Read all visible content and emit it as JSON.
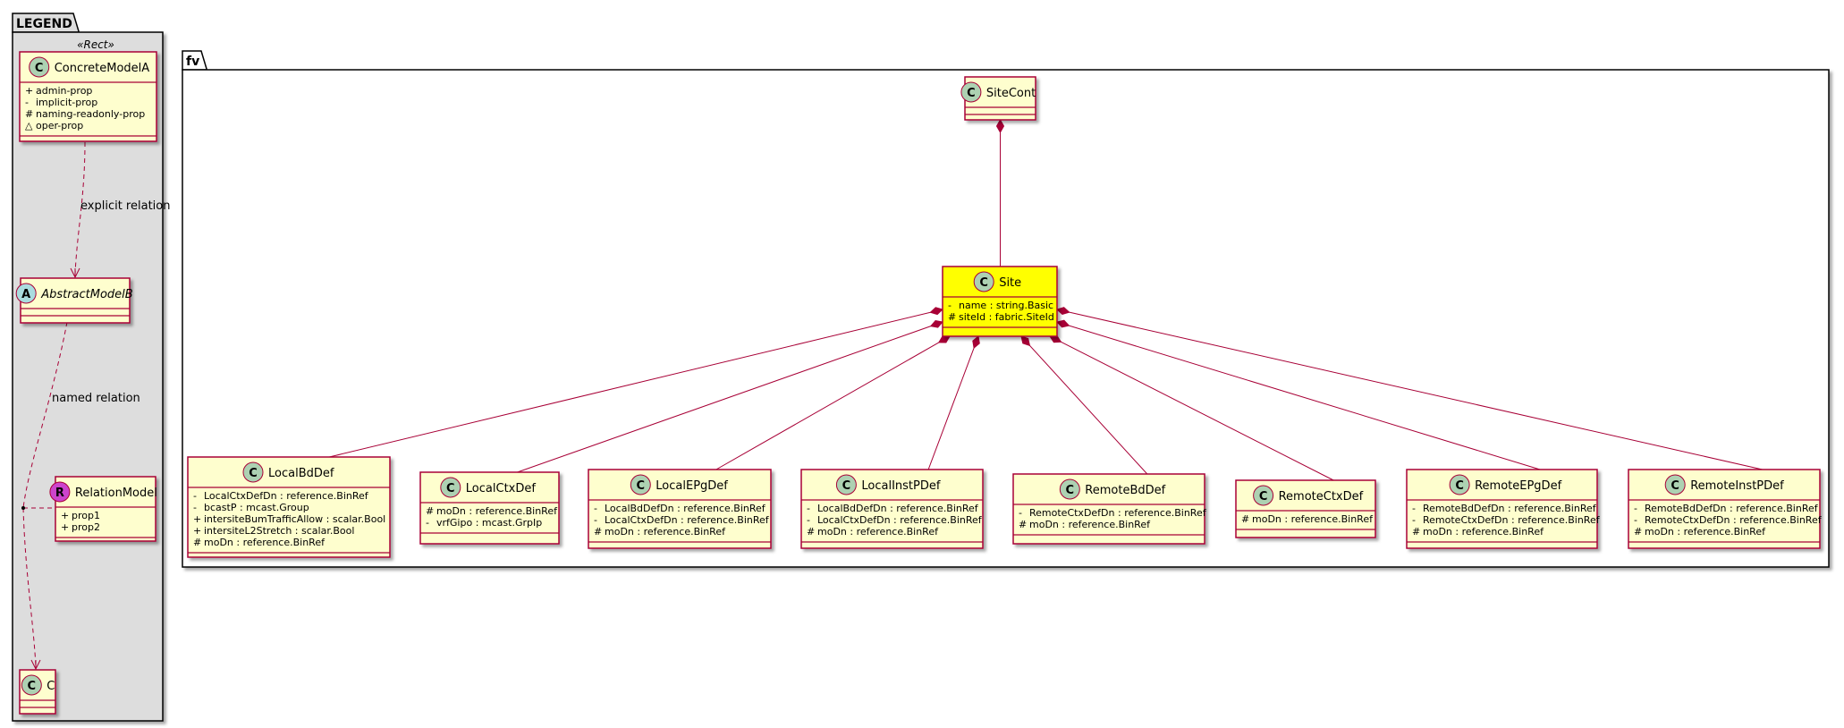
{
  "legend": {
    "title": "LEGEND",
    "stereotype": "«Rect»",
    "edge_explicit": "explicit relation",
    "edge_named": "named relation",
    "classes": [
      {
        "id": "concrete",
        "name": "ConcreteModelA",
        "badge": "C",
        "abstract": false,
        "attrs": [
          {
            "vis": "+",
            "text": "admin-prop"
          },
          {
            "vis": "-",
            "text": "implicit-prop"
          },
          {
            "vis": "#",
            "text": "naming-readonly-prop"
          },
          {
            "vis": "△",
            "text": "oper-prop"
          }
        ]
      },
      {
        "id": "abstract",
        "name": "AbstractModelB",
        "badge": "A",
        "abstract": true,
        "attrs": []
      },
      {
        "id": "relation",
        "name": "RelationModel",
        "badge": "R",
        "abstract": false,
        "attrs": [
          {
            "vis": "+",
            "text": "prop1"
          },
          {
            "vis": "+",
            "text": "prop2"
          }
        ]
      },
      {
        "id": "c",
        "name": "C",
        "badge": "C",
        "abstract": false,
        "attrs": []
      }
    ]
  },
  "fv": {
    "title": "fv",
    "classes": [
      {
        "id": "sitecont",
        "name": "SiteCont",
        "badge": "C",
        "highlight": false,
        "attrs": []
      },
      {
        "id": "site",
        "name": "Site",
        "badge": "C",
        "highlight": true,
        "attrs": [
          {
            "vis": "-",
            "text": "name : string.Basic"
          },
          {
            "vis": "#",
            "text": "siteId : fabric.SiteId"
          }
        ]
      },
      {
        "id": "localbddef",
        "name": "LocalBdDef",
        "badge": "C",
        "highlight": false,
        "attrs": [
          {
            "vis": "-",
            "text": "LocalCtxDefDn : reference.BinRef"
          },
          {
            "vis": "-",
            "text": "bcastP : mcast.Group"
          },
          {
            "vis": "+",
            "text": "intersiteBumTrafficAllow : scalar.Bool"
          },
          {
            "vis": "+",
            "text": "intersiteL2Stretch : scalar.Bool"
          },
          {
            "vis": "#",
            "text": "moDn : reference.BinRef"
          }
        ]
      },
      {
        "id": "localctxdef",
        "name": "LocalCtxDef",
        "badge": "C",
        "highlight": false,
        "attrs": [
          {
            "vis": "#",
            "text": "moDn : reference.BinRef"
          },
          {
            "vis": "-",
            "text": "vrfGipo : mcast.GrpIp"
          }
        ]
      },
      {
        "id": "localepgdef",
        "name": "LocalEPgDef",
        "badge": "C",
        "highlight": false,
        "attrs": [
          {
            "vis": "-",
            "text": "LocalBdDefDn : reference.BinRef"
          },
          {
            "vis": "-",
            "text": "LocalCtxDefDn : reference.BinRef"
          },
          {
            "vis": "#",
            "text": "moDn : reference.BinRef"
          }
        ]
      },
      {
        "id": "localinstpdef",
        "name": "LocalInstPDef",
        "badge": "C",
        "highlight": false,
        "attrs": [
          {
            "vis": "-",
            "text": "LocalBdDefDn : reference.BinRef"
          },
          {
            "vis": "-",
            "text": "LocalCtxDefDn : reference.BinRef"
          },
          {
            "vis": "#",
            "text": "moDn : reference.BinRef"
          }
        ]
      },
      {
        "id": "remotebddef",
        "name": "RemoteBdDef",
        "badge": "C",
        "highlight": false,
        "attrs": [
          {
            "vis": "-",
            "text": "RemoteCtxDefDn : reference.BinRef"
          },
          {
            "vis": "#",
            "text": "moDn : reference.BinRef"
          }
        ]
      },
      {
        "id": "remotectxdef",
        "name": "RemoteCtxDef",
        "badge": "C",
        "highlight": false,
        "attrs": [
          {
            "vis": "#",
            "text": "moDn : reference.BinRef"
          }
        ]
      },
      {
        "id": "remoteepgdef",
        "name": "RemoteEPgDef",
        "badge": "C",
        "highlight": false,
        "attrs": [
          {
            "vis": "-",
            "text": "RemoteBdDefDn : reference.BinRef"
          },
          {
            "vis": "-",
            "text": "RemoteCtxDefDn : reference.BinRef"
          },
          {
            "vis": "#",
            "text": "moDn : reference.BinRef"
          }
        ]
      },
      {
        "id": "remoteinstpdef",
        "name": "RemoteInstPDef",
        "badge": "C",
        "highlight": false,
        "attrs": [
          {
            "vis": "-",
            "text": "RemoteBdDefDn : reference.BinRef"
          },
          {
            "vis": "-",
            "text": "RemoteCtxDefDn : reference.BinRef"
          },
          {
            "vis": "#",
            "text": "moDn : reference.BinRef"
          }
        ]
      }
    ],
    "compositions": [
      {
        "whole": "sitecont",
        "part": "site"
      },
      {
        "whole": "site",
        "part": "localbddef"
      },
      {
        "whole": "site",
        "part": "localctxdef"
      },
      {
        "whole": "site",
        "part": "localepgdef"
      },
      {
        "whole": "site",
        "part": "localinstpdef"
      },
      {
        "whole": "site",
        "part": "remotebddef"
      },
      {
        "whole": "site",
        "part": "remotectxdef"
      },
      {
        "whole": "site",
        "part": "remoteepgdef"
      },
      {
        "whole": "site",
        "part": "remoteinstpdef"
      }
    ]
  },
  "colors": {
    "class_fill": "#FEFECE",
    "class_stroke": "#A80036",
    "highlight_fill": "#FFFF00",
    "legend_fill": "#DDDDDD",
    "badge_c": "#ADD1B2",
    "badge_a": "#A9DCDF",
    "badge_r": "#CC44CC",
    "edge": "#A80036"
  }
}
